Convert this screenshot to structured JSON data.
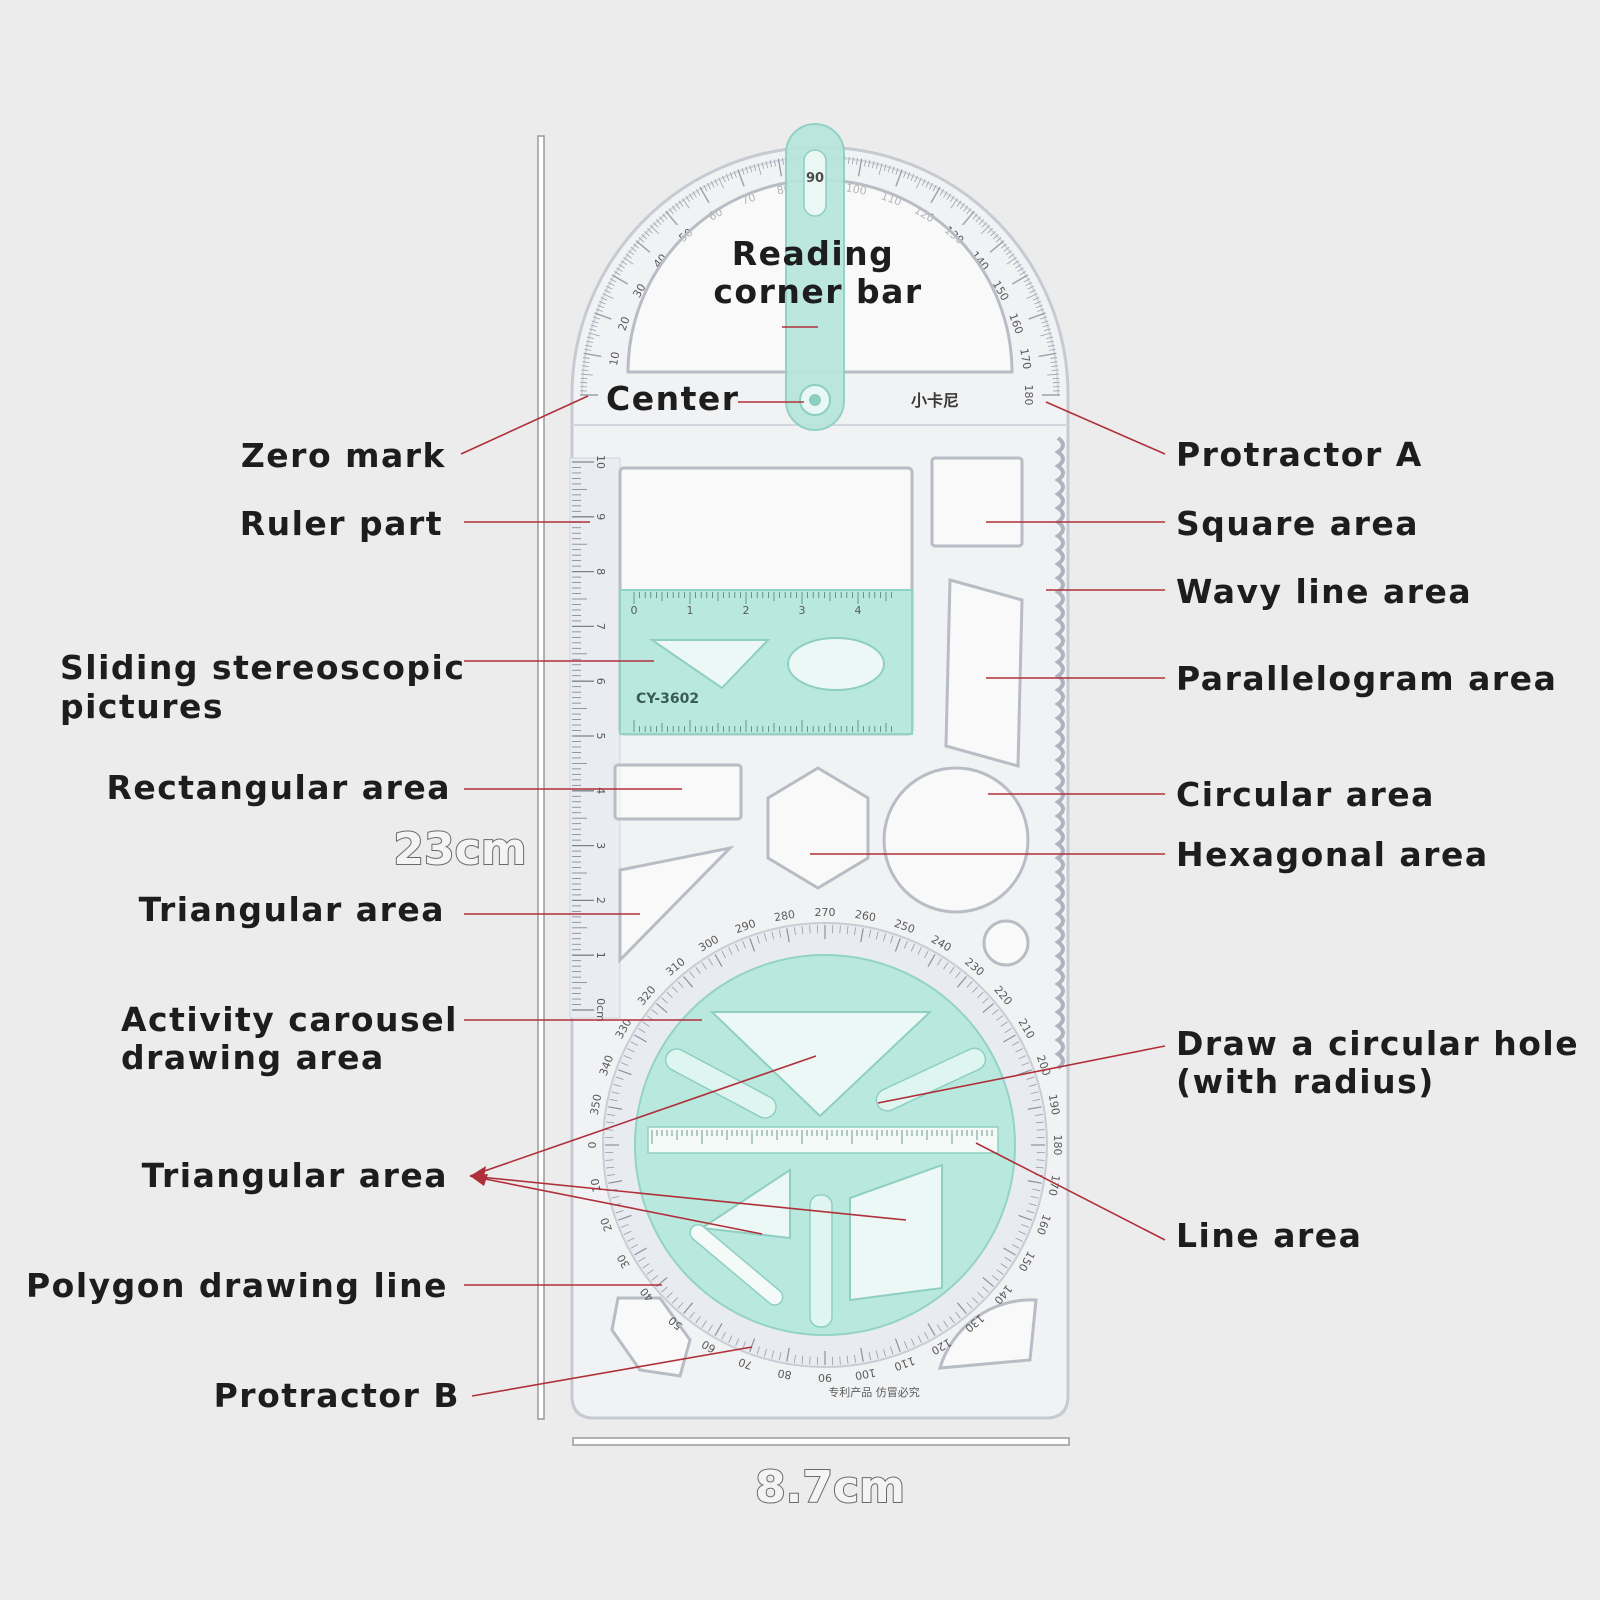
{
  "colors": {
    "background": "#ececec",
    "ruler_body": "#f1f2f4",
    "teal_accent": "#b9e8df",
    "leader_line": "#b0303a",
    "label_text": "#1d1d1d"
  },
  "dimensions": {
    "height": "23cm",
    "width": "8.7cm"
  },
  "device": {
    "model_code": "CY-3602",
    "brand_mark": "小卡尼",
    "footer_mark": "专利产品 仿冒必究",
    "top_scale": [
      "10",
      "20",
      "30",
      "40",
      "50",
      "60",
      "70",
      "80",
      "90",
      "100",
      "110",
      "120",
      "130",
      "140",
      "150",
      "160",
      "170",
      "180"
    ],
    "ruler_scale": [
      "0cm",
      "1",
      "2",
      "3",
      "4",
      "5",
      "6",
      "7",
      "8",
      "9",
      "10"
    ],
    "slide_scale": [
      "0",
      "1",
      "2",
      "3",
      "4"
    ],
    "bottom_scale": [
      "0",
      "10",
      "20",
      "30",
      "40",
      "50",
      "60",
      "70",
      "80",
      "90",
      "100",
      "110",
      "120",
      "130",
      "140",
      "150",
      "160",
      "170",
      "180",
      "190",
      "200",
      "210",
      "220",
      "230",
      "240",
      "250",
      "260",
      "270",
      "280",
      "290",
      "300",
      "310",
      "320",
      "330",
      "340",
      "350"
    ]
  },
  "labels": {
    "reading_bar": [
      "Reading",
      "corner bar"
    ],
    "center": "Center",
    "zero_mark": "Zero mark",
    "ruler_part": "Ruler part",
    "sliding": [
      "Sliding stereoscopic",
      "pictures"
    ],
    "rectangular": "Rectangular area",
    "triangular_1": "Triangular area",
    "carousel": [
      "Activity carousel",
      "drawing area"
    ],
    "triangular_2": "Triangular area",
    "polygon_line": "Polygon drawing line",
    "protractor_b": "Protractor B",
    "protractor_a": "Protractor A",
    "square": "Square area",
    "wavy": "Wavy line area",
    "parallelogram": "Parallelogram area",
    "circular": "Circular area",
    "hexagonal": "Hexagonal area",
    "circular_hole": [
      "Draw a circular hole",
      "(with radius)"
    ],
    "line_area": "Line area"
  }
}
